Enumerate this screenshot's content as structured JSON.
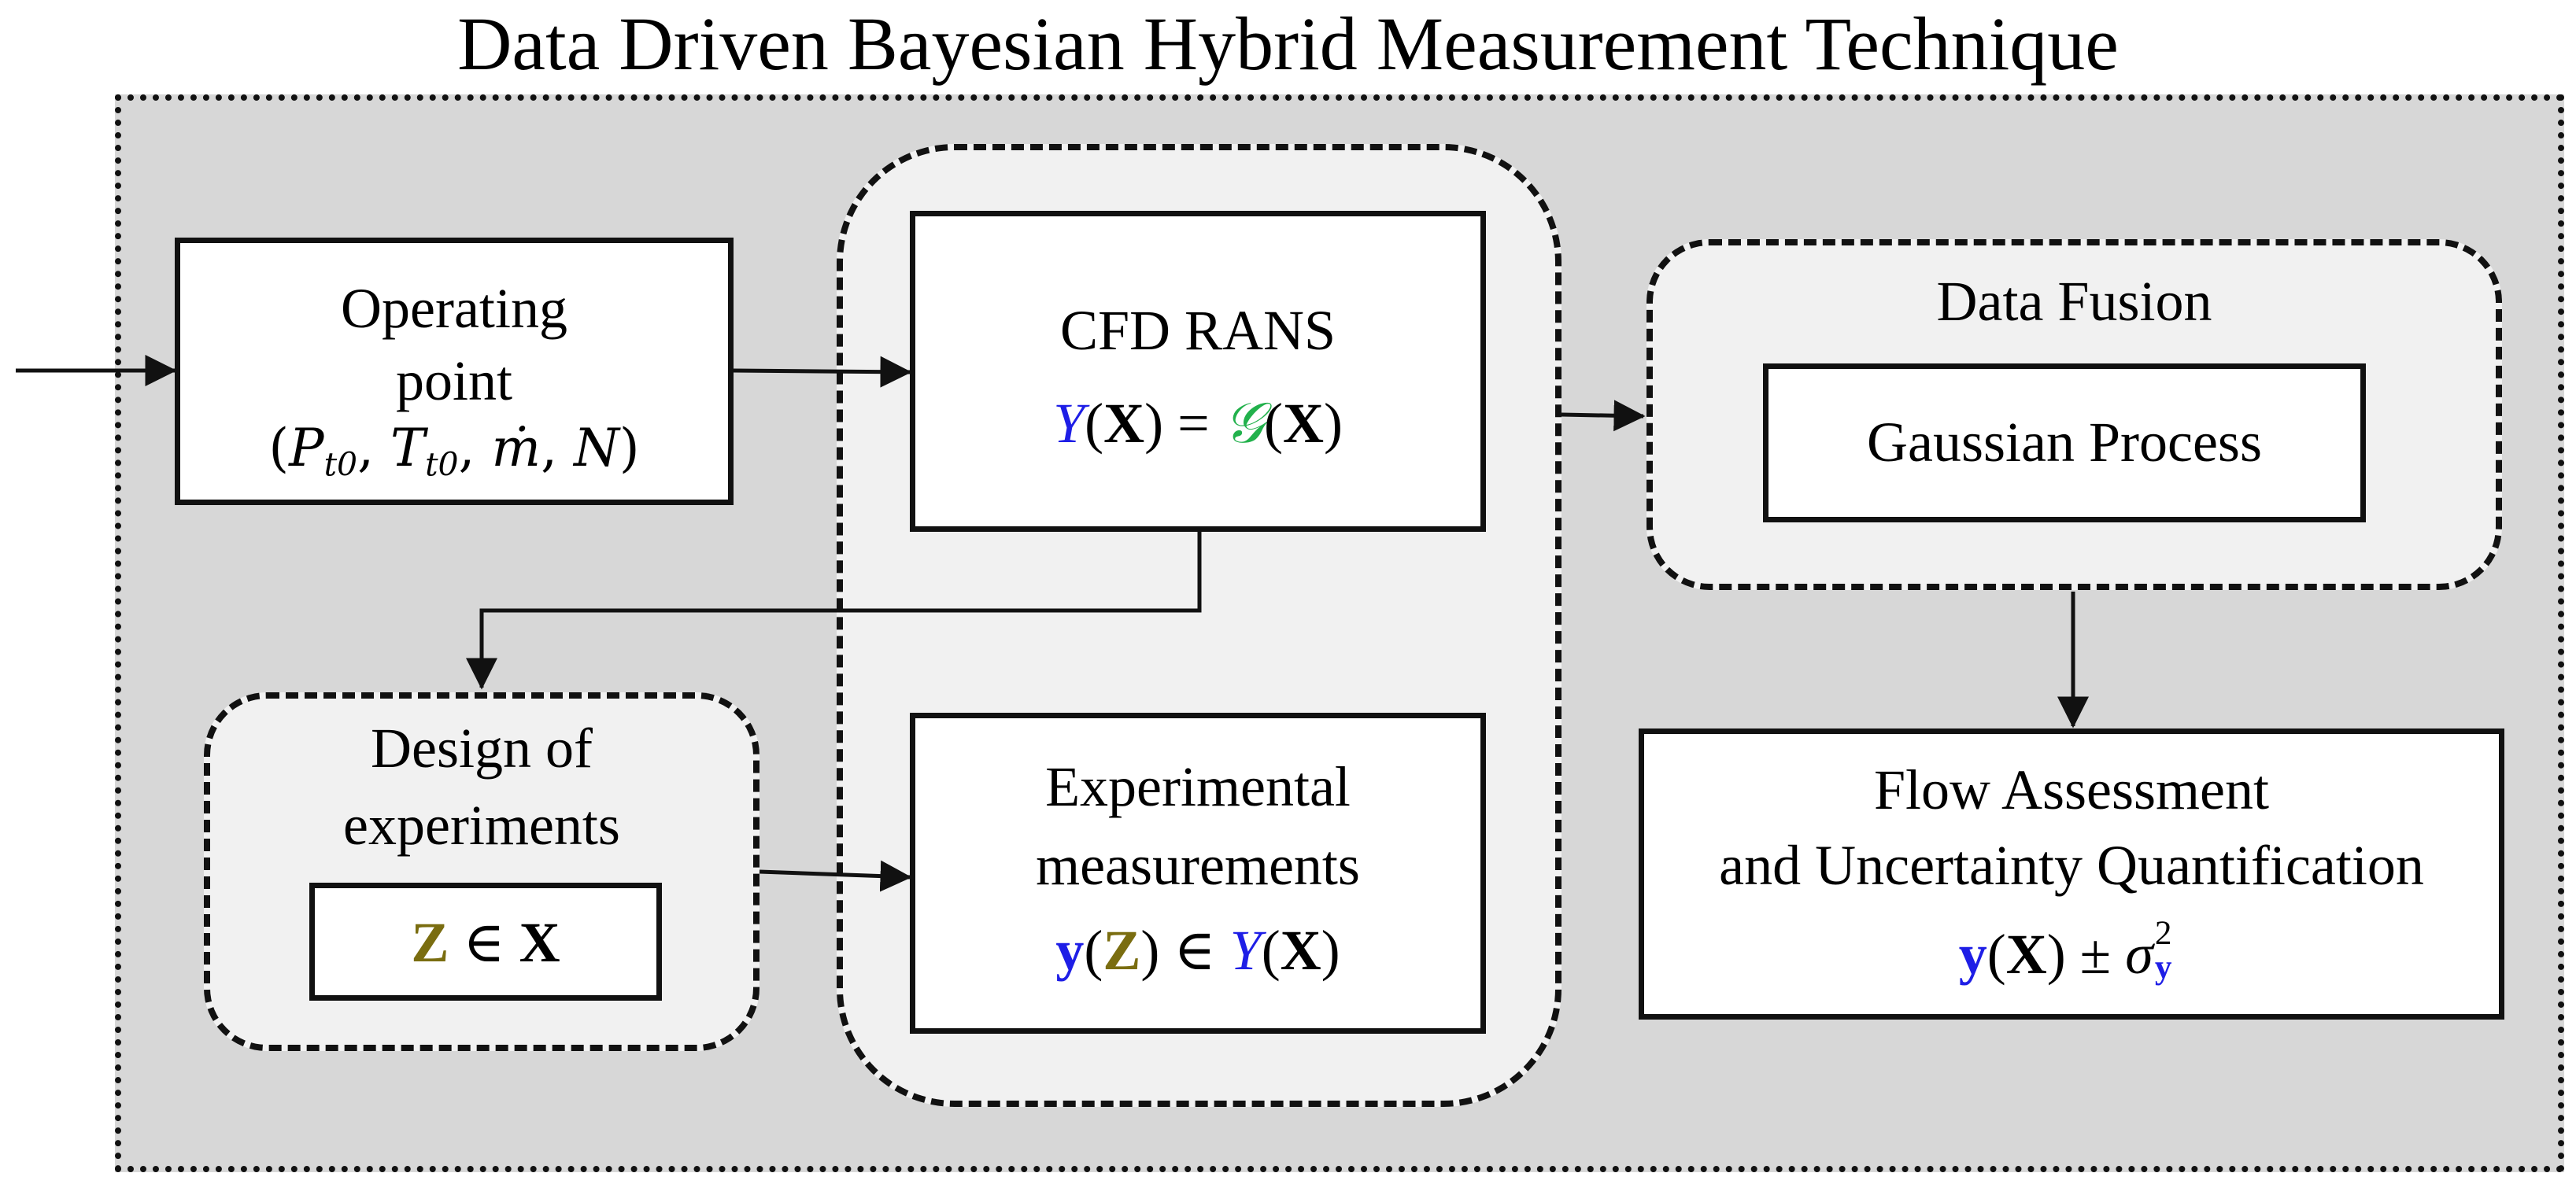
{
  "title": "Data Driven Bayesian Hybrid Measurement Technique",
  "operating_point": {
    "line1": "Operating",
    "line2": "point",
    "formula": {
      "open": "(",
      "P": "P",
      "P_sub": "t0",
      "sep1": ", ",
      "T": "T",
      "T_sub": "t0",
      "sep2": ", ",
      "mdot": "ṁ",
      "sep3": ", ",
      "N": "N",
      "close": ")"
    }
  },
  "cfd": {
    "label": "CFD RANS",
    "formula": {
      "Y": "Y",
      "lp1": "(",
      "X1": "X",
      "rp1": ")",
      "eq": " = ",
      "G": "𝒢",
      "lp2": "(",
      "X2": "X",
      "rp2": ")"
    }
  },
  "data_fusion": {
    "label": "Data Fusion",
    "inner": "Gaussian Process"
  },
  "design": {
    "line1": "Design of",
    "line2": "experiments",
    "formula": {
      "Z": "Z",
      "in": " ∈ ",
      "X": "X"
    }
  },
  "experimental": {
    "line1": "Experimental",
    "line2": "measurements",
    "formula": {
      "y": "y",
      "lp1": "(",
      "Z": "Z",
      "rp1": ")",
      "in": " ∈ ",
      "Y": "Y",
      "lp2": "(",
      "X": "X",
      "rp2": ")"
    }
  },
  "flow": {
    "line1": "Flow Assessment",
    "line2": "and Uncertainty Quantification",
    "formula": {
      "y": "y",
      "lp": "(",
      "X": "X",
      "rp": ")",
      "pm": " ± ",
      "sigma": "σ",
      "sup": "2",
      "sub": "y"
    }
  },
  "colors": {
    "outer_fill": "#d7d7d7",
    "group_fill": "#f1f1f1",
    "box_fill": "#ffffff",
    "blue": "#1e1ee6",
    "green": "#22b14c",
    "olive": "#7a6d10"
  }
}
